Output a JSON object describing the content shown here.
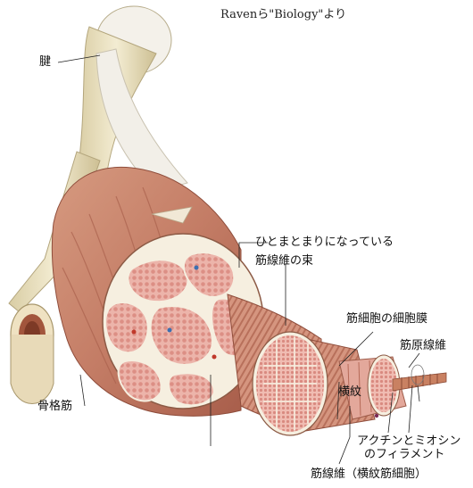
{
  "credit": "Ravenら\"Biology\"より",
  "labels": {
    "tendon": "腱",
    "skeletal_muscle": "骨格筋",
    "bundle_line1": "ひとまとまりになっている",
    "bundle_line2": "筋線維の束",
    "sarcolemma": "筋細胞の細胞膜",
    "myofibril": "筋原線維",
    "striations": "横紋",
    "actin_myosin_line1": "アクチンとミオシン",
    "actin_myosin_line2": "のフィラメント",
    "muscle_fiber": "筋線維（横紋筋細胞）"
  },
  "colors": {
    "muscle": "#c98b72",
    "muscle_dark": "#a8604b",
    "bone": "#efe6c8",
    "fiber_pink": "#e9a9a0",
    "connective": "#f6efe0"
  }
}
